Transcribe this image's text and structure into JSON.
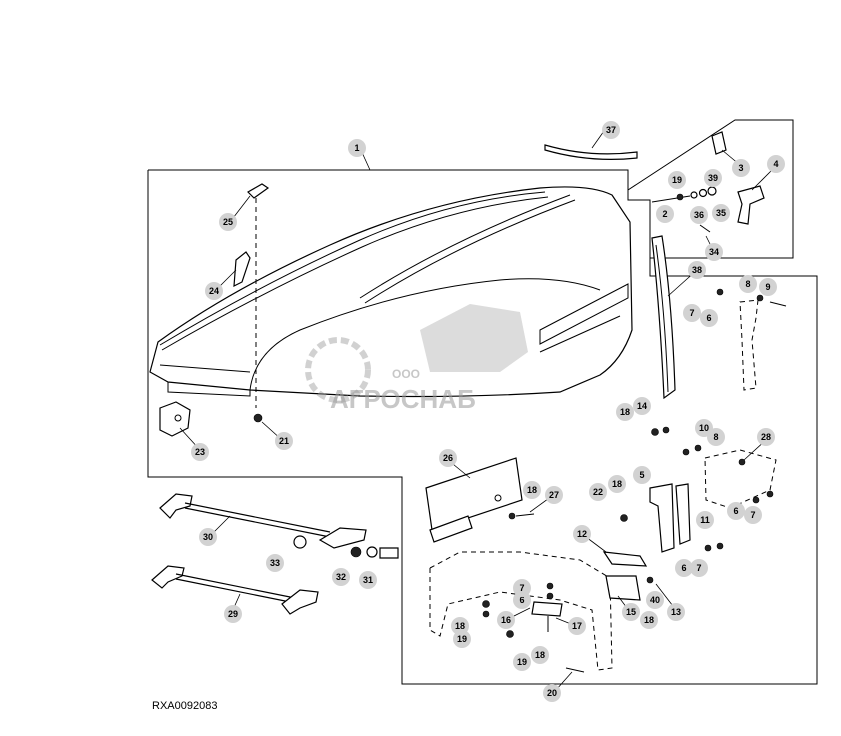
{
  "drawing_id": "RXA0092083",
  "watermark": {
    "prefix": "ООО",
    "name": "АГРОСНАБ"
  },
  "callouts": [
    "1",
    "2",
    "3",
    "4",
    "5",
    "6",
    "7",
    "8",
    "9",
    "10",
    "11",
    "12",
    "13",
    "14",
    "15",
    "16",
    "17",
    "18",
    "19",
    "20",
    "21",
    "22",
    "23",
    "24",
    "25",
    "26",
    "27",
    "28",
    "29",
    "30",
    "31",
    "32",
    "33",
    "34",
    "35",
    "36",
    "37",
    "38",
    "39",
    "40"
  ],
  "colors": {
    "callout_fill": "#d2d2d2",
    "line": "#000000",
    "watermark": "#9a9a9a"
  }
}
